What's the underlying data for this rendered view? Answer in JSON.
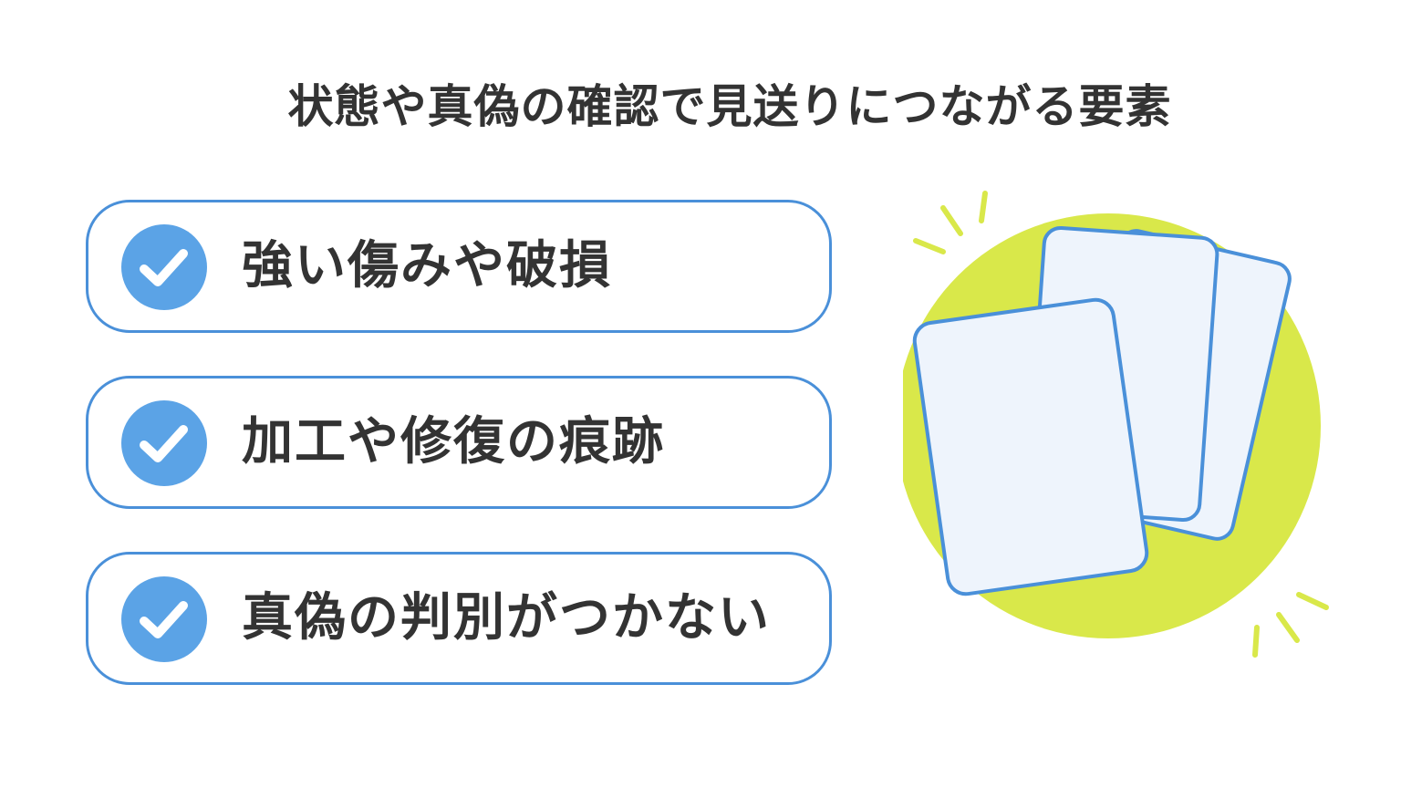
{
  "title": "状態や真偽の確認で見送りにつながる要素",
  "items": [
    {
      "label": "強い傷みや破損",
      "icon": "check-circle-icon"
    },
    {
      "label": "加工や修復の痕跡",
      "icon": "check-circle-icon"
    },
    {
      "label": "真偽の判別がつかない",
      "icon": "check-circle-icon"
    }
  ],
  "colors": {
    "accent_blue": "#4a90d9",
    "check_blue": "#5ba3e6",
    "highlight_yellow": "#d9e84a",
    "card_fill": "#eef4fc",
    "text": "#333333"
  }
}
